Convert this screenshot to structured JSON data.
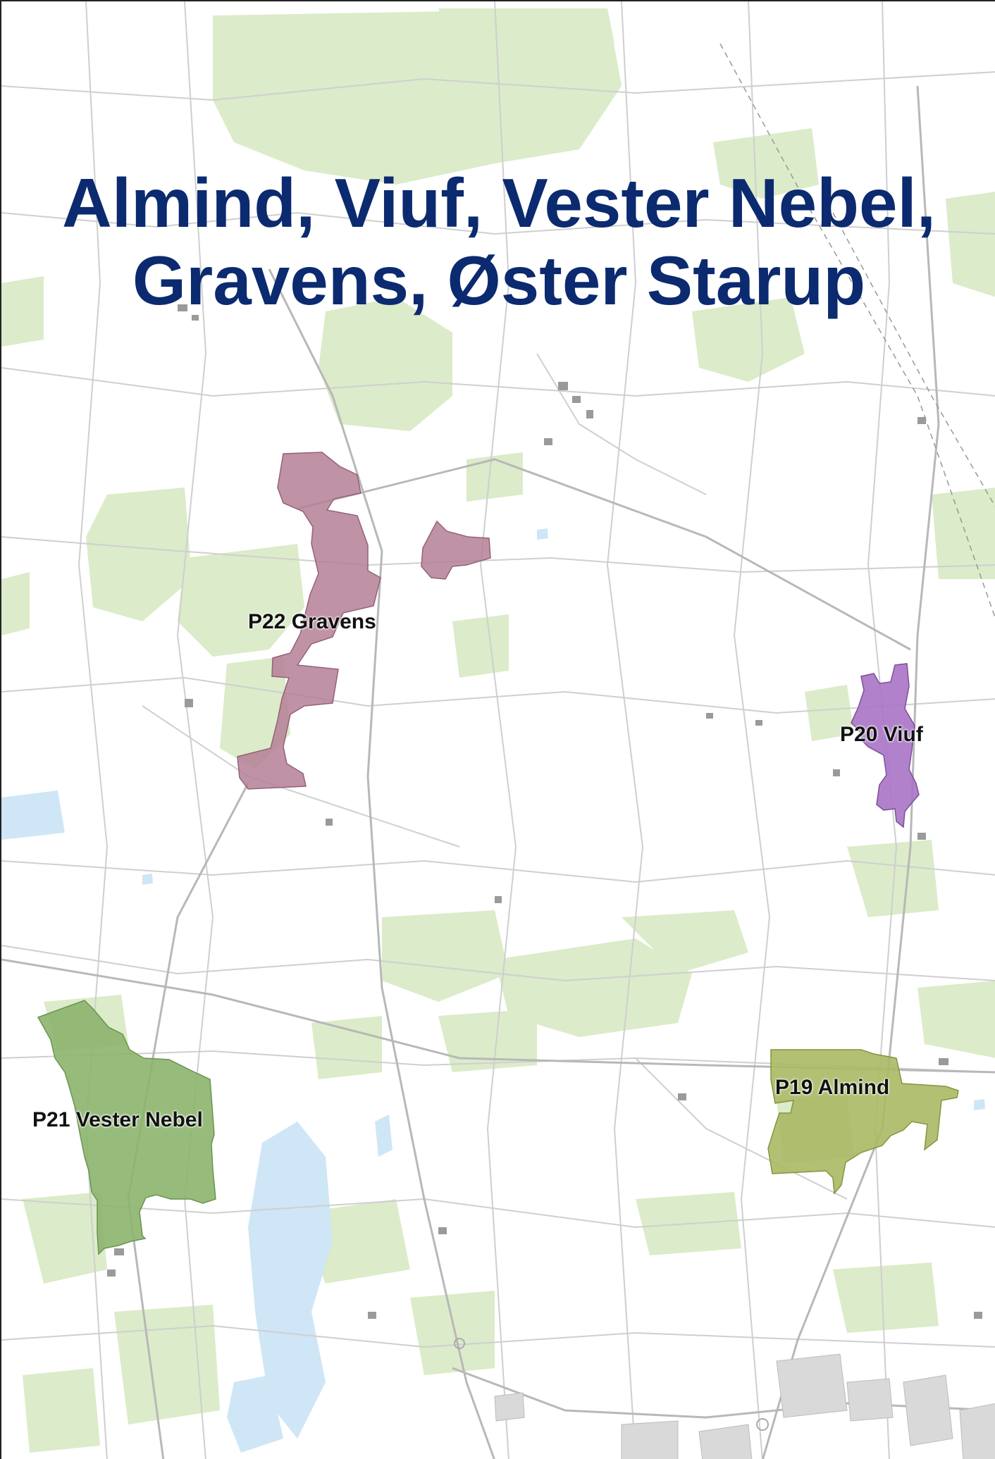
{
  "map": {
    "title_lines": [
      "Almind, Viuf, Vester Nebel,",
      "Gravens, Øster Starup"
    ],
    "colors": {
      "title": "#0b2a6f",
      "background": "#ffffff",
      "forest": "#dcebc9",
      "water": "#cfe6f7",
      "road": "#cfcfcf",
      "major_road": "#b8b8b8",
      "buildings": "#9a9a9a",
      "industrial": "#d9d9d9"
    },
    "areas": [
      {
        "id": "P22",
        "label": "P22 Gravens",
        "color": "#b57f97"
      },
      {
        "id": "P20",
        "label": "P20 Viuf",
        "color": "#a873c6"
      },
      {
        "id": "P19",
        "label": "P19 Almind",
        "color": "#a8b964"
      },
      {
        "id": "P21",
        "label": "P21 Vester Nebel",
        "color": "#8cb46d"
      }
    ]
  }
}
